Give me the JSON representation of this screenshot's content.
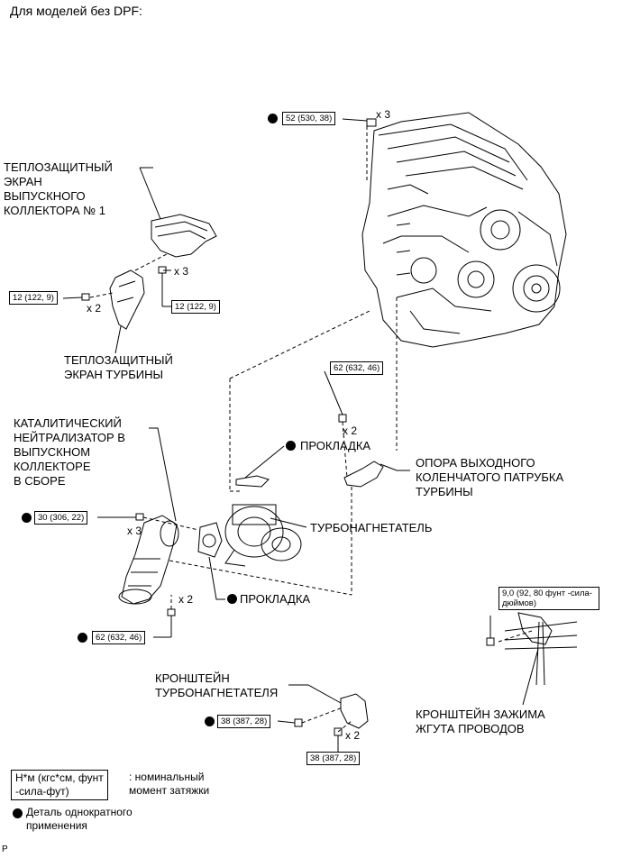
{
  "header": "Для моделей без DPF:",
  "torque_specs": {
    "engine_nut": "52 (530, 38)",
    "heat_ins_bolt_left": "12 (122, 9)",
    "heat_ins_bolt_right": "12 (122, 9)",
    "bracket_bolt": "62 (632, 46)",
    "manifold_nut": "30 (306, 22)",
    "converter_nut": "62 (632, 46)",
    "harness_bolt": "9,0 (92, 80 фунт -сила-дюймов)",
    "turbo_bracket_nut": "38 (387, 28)",
    "turbo_bracket_bolt": "38 (387, 28)"
  },
  "quantities": {
    "engine_nut": "x 3",
    "heat_ins_right": "x 3",
    "heat_ins_left": "x 2",
    "bracket_bolt": "x 2",
    "manifold_nut": "x 3",
    "converter_nut": "x 2",
    "turbo_bracket_bolt": "x 2"
  },
  "labels": {
    "heat_insulator_1": [
      "ТЕПЛОЗАЩИТНЫЙ",
      "ЭКРАН",
      "ВЫПУСКНОГО",
      "КОЛЛЕКТОРА № 1"
    ],
    "turbo_heat_insulator": [
      "ТЕПЛОЗАЩИТНЫЙ",
      "ЭКРАН ТУРБИНЫ"
    ],
    "catalytic_converter": [
      "КАТАЛИТИЧЕСКИЙ",
      "НЕЙТРАЛИЗАТОР В",
      "ВЫПУСКНОМ",
      "КОЛЛЕКТОРЕ",
      "В СБОРЕ"
    ],
    "gasket_top": "ПРОКЛАДКА",
    "gasket_bottom": "ПРОКЛАДКА",
    "elbow_bracket": [
      "ОПОРА ВЫХОДНОГО",
      "КОЛЕНЧАТОГО ПАТРУБКА",
      "ТУРБИНЫ"
    ],
    "turbocharger": "ТУРБОНАГНЕТАТЕЛЬ",
    "turbo_bracket": [
      "КРОНШТЕЙН",
      "ТУРБОНАГНЕТАТЕЛЯ"
    ],
    "harness_clamp_bracket": [
      "КРОНШТЕЙН ЗАЖИМА",
      "ЖГУТА ПРОВОДОВ"
    ]
  },
  "legend": {
    "spec_box": [
      "Н*м (кгс*см, фунт",
      "-сила-фут)"
    ],
    "spec_desc": [
      ": номинальный",
      "момент затяжки"
    ],
    "nonreusable": [
      "Деталь однократного",
      "применения"
    ]
  },
  "footer_code": "P"
}
